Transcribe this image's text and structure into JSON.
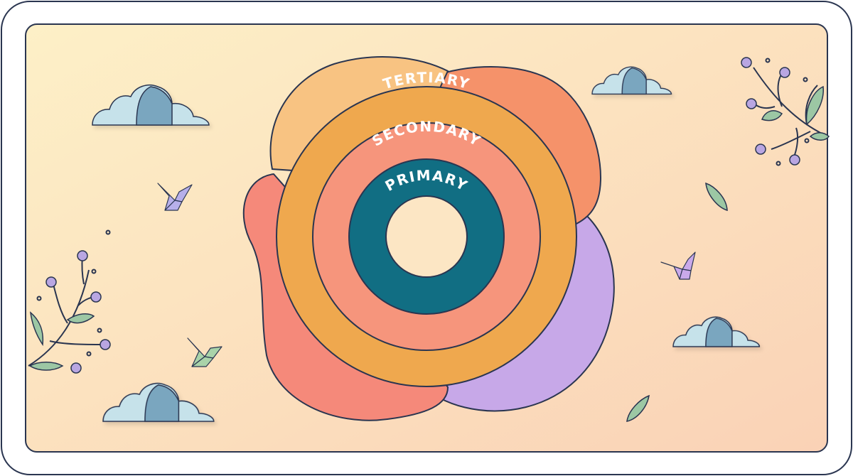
{
  "diagram": {
    "type": "concentric-rings",
    "rings": [
      {
        "label": "TERTIARY",
        "color": "#EFA84E"
      },
      {
        "label": "SECONDARY",
        "color": "#F6957C"
      },
      {
        "label": "PRIMARY",
        "color": "#116E83"
      }
    ],
    "center_color": "#FCE6C4",
    "blob_colors": {
      "orange_light": "#F8C382",
      "coral_top": "#F5926A",
      "red_left": "#F5897A",
      "purple": "#C7A8E8"
    }
  },
  "background": {
    "gradient_start": "#FDF0C7",
    "gradient_end": "#FAD2B6",
    "frame_stroke": "#2A3550"
  },
  "decorations": {
    "cloud_colors": [
      "#7AA6BF",
      "#A8D0DE",
      "#C6E2EA"
    ],
    "leaf_color": "#9CC7A4",
    "berry_color": "#B9A6E2",
    "crane_colors": [
      "#B7AFEA",
      "#A9D3A9",
      "#C9A9EA"
    ]
  }
}
